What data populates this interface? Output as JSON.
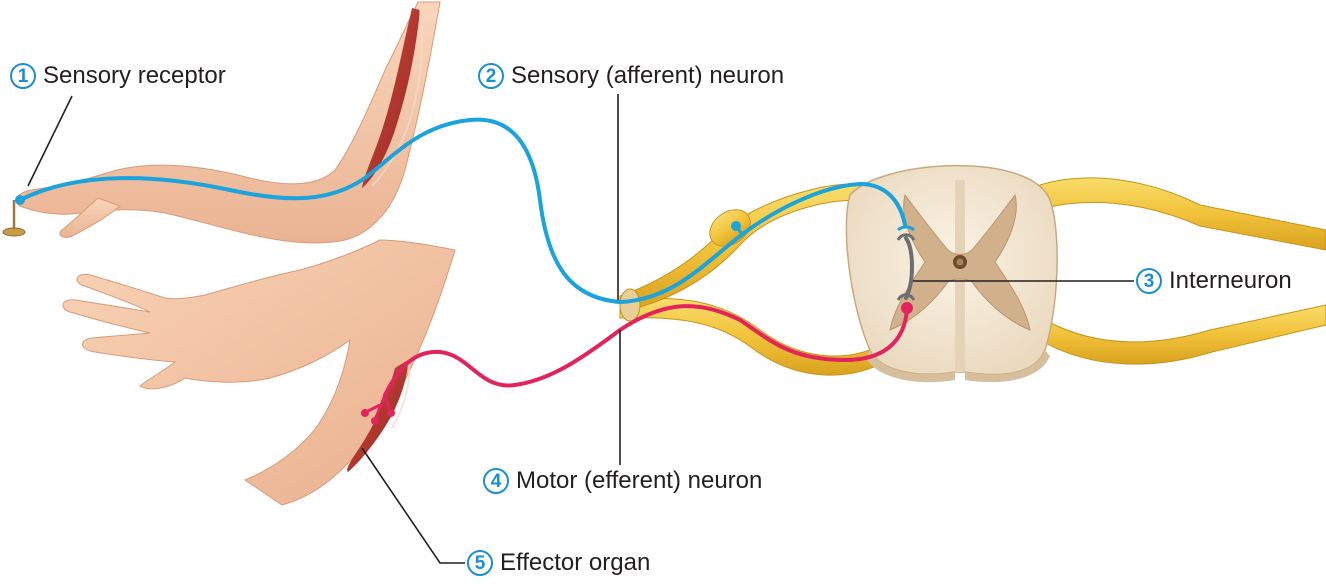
{
  "labels": [
    {
      "number": "1",
      "text": "Sensory receptor"
    },
    {
      "number": "2",
      "text": "Sensory (afferent) neuron"
    },
    {
      "number": "3",
      "text": "Interneuron"
    },
    {
      "number": "4",
      "text": "Motor (efferent) neuron"
    },
    {
      "number": "5",
      "text": "Effector organ"
    }
  ],
  "colors": {
    "sensory_neuron": "#1aa3dc",
    "motor_neuron": "#e3245c",
    "interneuron": "#6d6e71",
    "badge": "#1a8fd1",
    "skin": "#f6c9a8",
    "muscle": "#b5433d",
    "nerve": "#f2c53d",
    "grey_matter": "#d1b18b",
    "white_matter": "#f0e3d0"
  }
}
